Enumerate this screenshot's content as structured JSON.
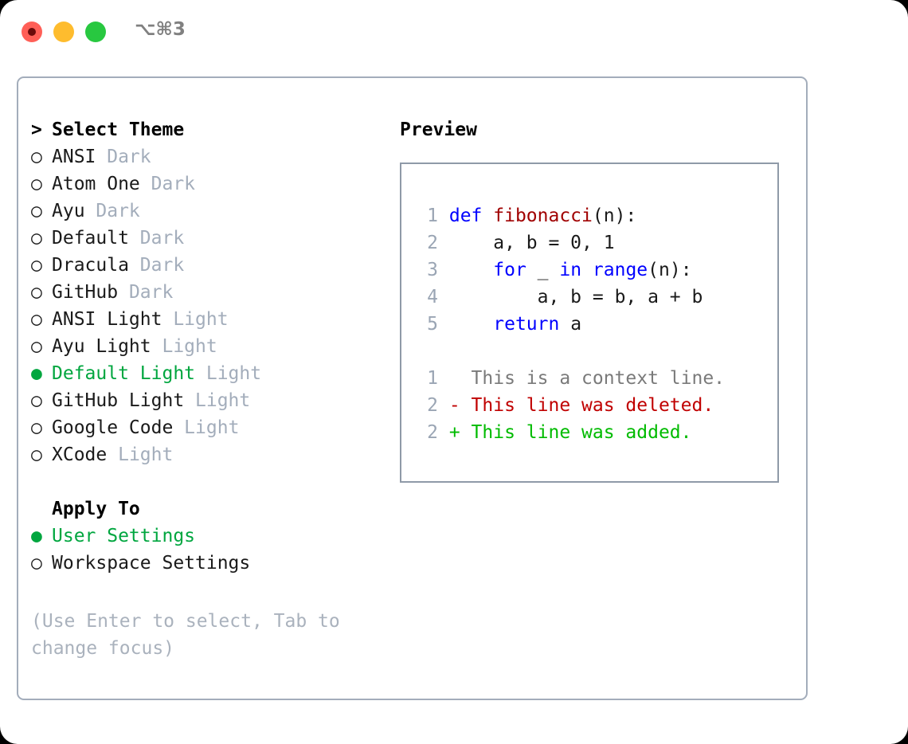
{
  "titlebar": {
    "shortcut": "⌥⌘3",
    "buttons": {
      "close": "close",
      "minimize": "minimize",
      "maximize": "maximize"
    }
  },
  "theme_picker": {
    "header": {
      "prompt": "> ",
      "label": "Select Theme"
    },
    "markers": {
      "selected": "● ",
      "unselected": "○ ",
      "none": "  "
    },
    "items": [
      {
        "marker": "○ ",
        "label": "ANSI",
        "suffix": " Dark",
        "selected": false
      },
      {
        "marker": "○ ",
        "label": "Atom One",
        "suffix": " Dark",
        "selected": false
      },
      {
        "marker": "○ ",
        "label": "Ayu",
        "suffix": " Dark",
        "selected": false
      },
      {
        "marker": "○ ",
        "label": "Default",
        "suffix": " Dark",
        "selected": false
      },
      {
        "marker": "○ ",
        "label": "Dracula",
        "suffix": " Dark",
        "selected": false
      },
      {
        "marker": "○ ",
        "label": "GitHub",
        "suffix": " Dark",
        "selected": false
      },
      {
        "marker": "○ ",
        "label": "ANSI Light",
        "suffix": " Light",
        "selected": false
      },
      {
        "marker": "○ ",
        "label": "Ayu Light",
        "suffix": " Light",
        "selected": false
      },
      {
        "marker": "● ",
        "label": "Default Light",
        "suffix": " Light",
        "selected": true
      },
      {
        "marker": "○ ",
        "label": "GitHub Light",
        "suffix": " Light",
        "selected": false
      },
      {
        "marker": "○ ",
        "label": "Google Code",
        "suffix": " Light",
        "selected": false
      },
      {
        "marker": "○ ",
        "label": "XCode",
        "suffix": " Light",
        "selected": false
      }
    ]
  },
  "apply_to": {
    "header": {
      "prompt": "  ",
      "label": "Apply To"
    },
    "items": [
      {
        "marker": "● ",
        "label": "User Settings",
        "selected": true
      },
      {
        "marker": "○ ",
        "label": "Workspace Settings",
        "selected": false
      }
    ]
  },
  "hint": "(Use Enter to select, Tab to change focus)",
  "preview": {
    "title": "Preview",
    "code_lines": [
      {
        "num": "1",
        "segments": [
          {
            "t": "def ",
            "c": "kw"
          },
          {
            "t": "fibonacci",
            "c": "fn"
          },
          {
            "t": "(n):",
            "c": "ctext"
          }
        ]
      },
      {
        "num": "2",
        "segments": [
          {
            "t": "    a, b = 0, 1",
            "c": "ctext"
          }
        ]
      },
      {
        "num": "3",
        "segments": [
          {
            "t": "    ",
            "c": "ctext"
          },
          {
            "t": "for",
            "c": "kw"
          },
          {
            "t": " _ ",
            "c": "ctext"
          },
          {
            "t": "in",
            "c": "kw"
          },
          {
            "t": " ",
            "c": "ctext"
          },
          {
            "t": "range",
            "c": "kw"
          },
          {
            "t": "(n):",
            "c": "ctext"
          }
        ]
      },
      {
        "num": "4",
        "segments": [
          {
            "t": "        a, b = b, a + b",
            "c": "ctext"
          }
        ]
      },
      {
        "num": "5",
        "segments": [
          {
            "t": "    ",
            "c": "ctext"
          },
          {
            "t": "return",
            "c": "kw"
          },
          {
            "t": " a",
            "c": "ctext"
          }
        ]
      }
    ],
    "diff_lines": [
      {
        "num": "1",
        "text": "   This is a context line.",
        "kind": "diff-ctx"
      },
      {
        "num": "2",
        "text": " - This line was deleted.",
        "kind": "diff-del"
      },
      {
        "num": "2",
        "text": " + This line was added.",
        "kind": "diff-add"
      }
    ]
  },
  "colors": {
    "selected_green": "#00a63f",
    "muted": "#a3adbb",
    "hint": "#aab2bd",
    "keyword_blue": "#0000ff",
    "function_red": "#a00000",
    "diff_deleted": "#c00000",
    "diff_added": "#00bb00",
    "line_number": "#9aa5b4",
    "border": "#a3adbb",
    "preview_border": "#8f9aa8",
    "traffic_close": "#ff5f57",
    "traffic_min": "#febc2e",
    "traffic_max": "#28c840"
  }
}
